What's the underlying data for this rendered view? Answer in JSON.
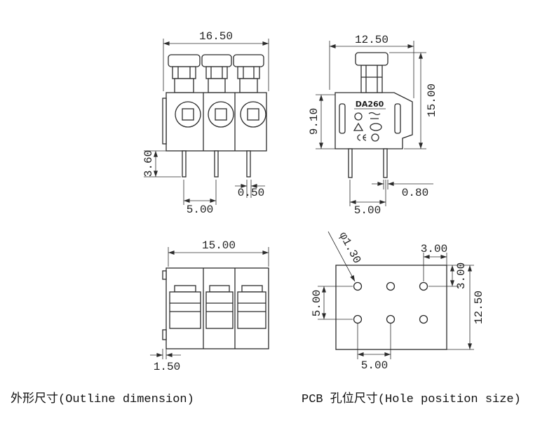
{
  "outline_view": {
    "front": {
      "overall_width": "16.50",
      "pin_length": "3.60",
      "pin_width": "0.50",
      "pin_pitch": "5.00"
    },
    "side": {
      "depth": "12.50",
      "height": "15.00",
      "body_height": "9.10",
      "pin_thickness": "0.80",
      "pin_spacing": "5.00",
      "marking": "DA260",
      "approval_icons": [
        "ul-mark-icon",
        "ru-mark-icon",
        "triangle-mark-icon",
        "cqc-mark-icon",
        "ce-mark-icon",
        "tuv-mark-icon"
      ]
    },
    "top": {
      "overall_length": "15.00",
      "side_offset": "1.50"
    }
  },
  "hole_view": {
    "hole_diameter": "φ1.30",
    "edge_offset_x": "3.00",
    "edge_offset_y": "3.00",
    "outline_height": "12.50",
    "row_spacing": "5.00",
    "hole_pitch": "5.00"
  },
  "captions": {
    "outline": "外形尺寸(Outline dimension)",
    "hole": "PCB 孔位尺寸(Hole position size)"
  },
  "colors": {
    "line": "#2b2b2b",
    "background": "#ffffff"
  }
}
